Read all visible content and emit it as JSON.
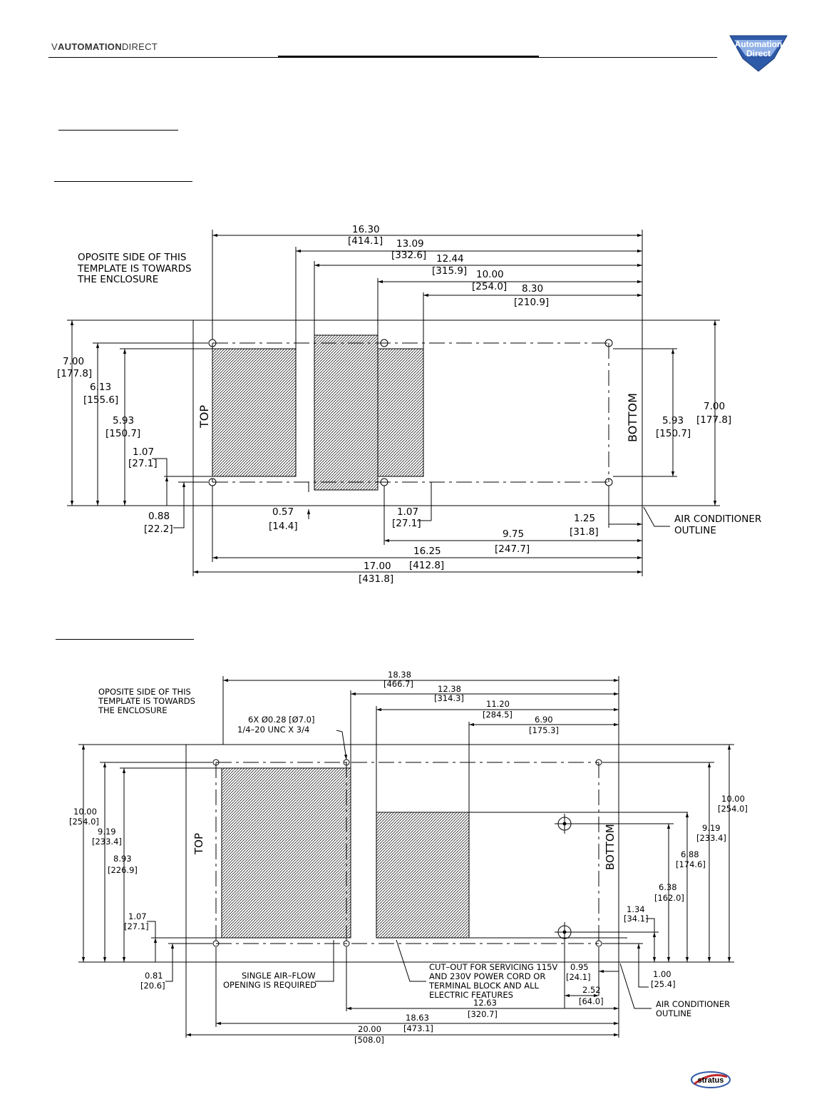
{
  "header": {
    "logo_prefix": "V",
    "logo_text_a": "AUTOMATION",
    "logo_text_b": "DIRECT",
    "badge_line1": "Automation",
    "badge_line2": "Direct",
    "colors": {
      "badge_blue": "#2f5aa8",
      "badge_light": "#8fb0e6"
    }
  },
  "drawing1": {
    "note": [
      "OPOSITE SIDE OF THIS",
      "TEMPLATE IS TOWARDS",
      "THE ENCLOSURE"
    ],
    "top_label": "TOP",
    "bottom_label": "BOTTOM",
    "outline_note": [
      "AIR CONDITIONER",
      "OUTLINE"
    ],
    "top_dims": [
      {
        "v": "16.30",
        "mm": "[414.1]"
      },
      {
        "v": "13.09",
        "mm": "[332.6]"
      },
      {
        "v": "12.44",
        "mm": "[315.9]"
      },
      {
        "v": "10.00",
        "mm": "[254.0]"
      },
      {
        "v": "8.30",
        "mm": "[210.9]"
      }
    ],
    "left_dims": [
      {
        "v": "7.00",
        "mm": "[177.8]"
      },
      {
        "v": "6.13",
        "mm": "[155.6]"
      },
      {
        "v": "5.93",
        "mm": "[150.7]"
      },
      {
        "v": "1.07",
        "mm": "[27.1]"
      },
      {
        "v": "0.88",
        "mm": "[22.2]"
      }
    ],
    "right_dims": [
      {
        "v": "5.93",
        "mm": "[150.7]"
      },
      {
        "v": "7.00",
        "mm": "[177.8]"
      }
    ],
    "bottom_dims": [
      {
        "v": "0.57",
        "mm": "[14.4]"
      },
      {
        "v": "1.07",
        "mm": "[27.1]"
      },
      {
        "v": "1.25",
        "mm": "[31.8]"
      },
      {
        "v": "9.75",
        "mm": "[247.7]"
      },
      {
        "v": "16.25",
        "mm": "[412.8]"
      },
      {
        "v": "17.00",
        "mm": "[431.8]"
      }
    ]
  },
  "drawing2": {
    "note": [
      "OPOSITE SIDE OF THIS",
      "TEMPLATE IS TOWARDS",
      "THE ENCLOSURE"
    ],
    "hole_note": [
      "6X Ø0.28 [Ø7.0]",
      "1/4–20 UNC X 3/4"
    ],
    "top_label": "TOP",
    "bottom_label": "BOTTOM",
    "airflow_note": [
      "SINGLE AIR–FLOW",
      "OPENING IS REQUIRED"
    ],
    "cutout_note": [
      "CUT–OUT FOR SERVICING 115V",
      "AND 230V POWER CORD OR",
      "TERMINAL BLOCK AND ALL",
      "ELECTRIC FEATURES"
    ],
    "outline_note": [
      "AIR CONDITIONER",
      "OUTLINE"
    ],
    "top_dims": [
      {
        "v": "18.38",
        "mm": "[466.7]"
      },
      {
        "v": "12.38",
        "mm": "[314.3]"
      },
      {
        "v": "11.20",
        "mm": "[284.5]"
      },
      {
        "v": "6.90",
        "mm": "[175.3]"
      }
    ],
    "left_dims": [
      {
        "v": "10.00",
        "mm": "[254.0]"
      },
      {
        "v": "9.19",
        "mm": "[233.4]"
      },
      {
        "v": "8.93",
        "mm": "[226.9]"
      },
      {
        "v": "1.07",
        "mm": "[27.1]"
      },
      {
        "v": "0.81",
        "mm": "[20.6]"
      }
    ],
    "right_dims": [
      {
        "v": "10.00",
        "mm": "[254.0]"
      },
      {
        "v": "9.19",
        "mm": "[233.4]"
      },
      {
        "v": "6.88",
        "mm": "[174.6]"
      },
      {
        "v": "6.38",
        "mm": "[162.0]"
      },
      {
        "v": "1.34",
        "mm": "[34.1]"
      },
      {
        "v": "1.00",
        "mm": "[25.4]"
      }
    ],
    "bottom_dims": [
      {
        "v": "0.95",
        "mm": "[24.1]"
      },
      {
        "v": "2.52",
        "mm": "[64.0]"
      },
      {
        "v": "12.63",
        "mm": "[320.7]"
      },
      {
        "v": "18.63",
        "mm": "[473.1]"
      },
      {
        "v": "20.00",
        "mm": "[508.0]"
      }
    ]
  },
  "footer": {
    "brand": "stratus",
    "colors": {
      "brand_red": "#c0282d"
    }
  }
}
